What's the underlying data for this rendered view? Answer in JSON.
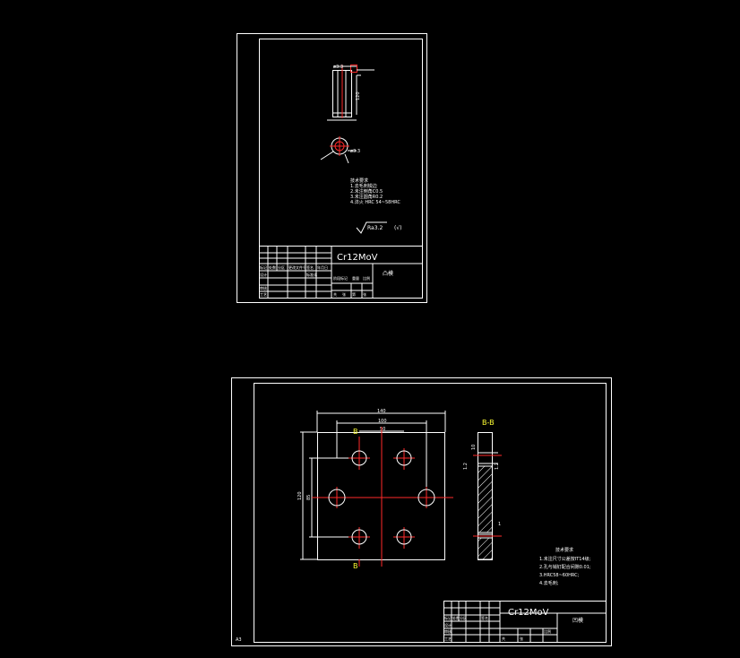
{
  "colors": {
    "background": "#000000",
    "frame": "#ffffff",
    "centerline": "#ff2a2a",
    "section_label": "#ffff33"
  },
  "sheet1": {
    "part": {
      "dim_diameter": "ø3.3",
      "dim_length": "120",
      "dim_rough": "ø3.3"
    },
    "tech": {
      "heading": "技术要求",
      "lines": [
        "1.去毛刺锐边",
        "2.未注倒角C0.5",
        "3.未注圆角R0.2",
        "4.淬火 HRC 54~58HRC"
      ]
    },
    "roughness": "Ra3.2",
    "roughness_note": "(√)",
    "title_block": {
      "material": "Cr12MoV",
      "name": "凸模",
      "row_labels": [
        "标记",
        "设计",
        "审核",
        "工艺"
      ],
      "cells": [
        "处数",
        "分区",
        "更改文件号",
        "签名",
        "年月日",
        "标准化",
        "阶段标记",
        "重量",
        "比例",
        "共",
        "张",
        "第",
        "张"
      ]
    }
  },
  "sheet2": {
    "sheet_size": "A3",
    "dims": {
      "width_outer": "140",
      "width_mid": "100",
      "width_inner": "50",
      "height_outer": "120",
      "height_inner": "85",
      "thickness": "10",
      "t1": "1.2",
      "t2": "1.2",
      "t3": "1"
    },
    "section_marks": {
      "top": "B",
      "bottom": "B",
      "view": "B-B"
    },
    "notes": {
      "heading": "技术要求",
      "lines": [
        "1.未注尺寸公差按IT14级;",
        "2.孔与销钉配合间隙0.01;",
        "3.HRC58~60HRC;",
        "4.去毛刺;"
      ]
    },
    "title_block": {
      "material": "Cr12MoV",
      "name": "凹模",
      "cells": [
        "标记",
        "处数",
        "分区",
        "签名",
        "设计",
        "审核",
        "工艺",
        "比例",
        "共",
        "张"
      ]
    }
  }
}
